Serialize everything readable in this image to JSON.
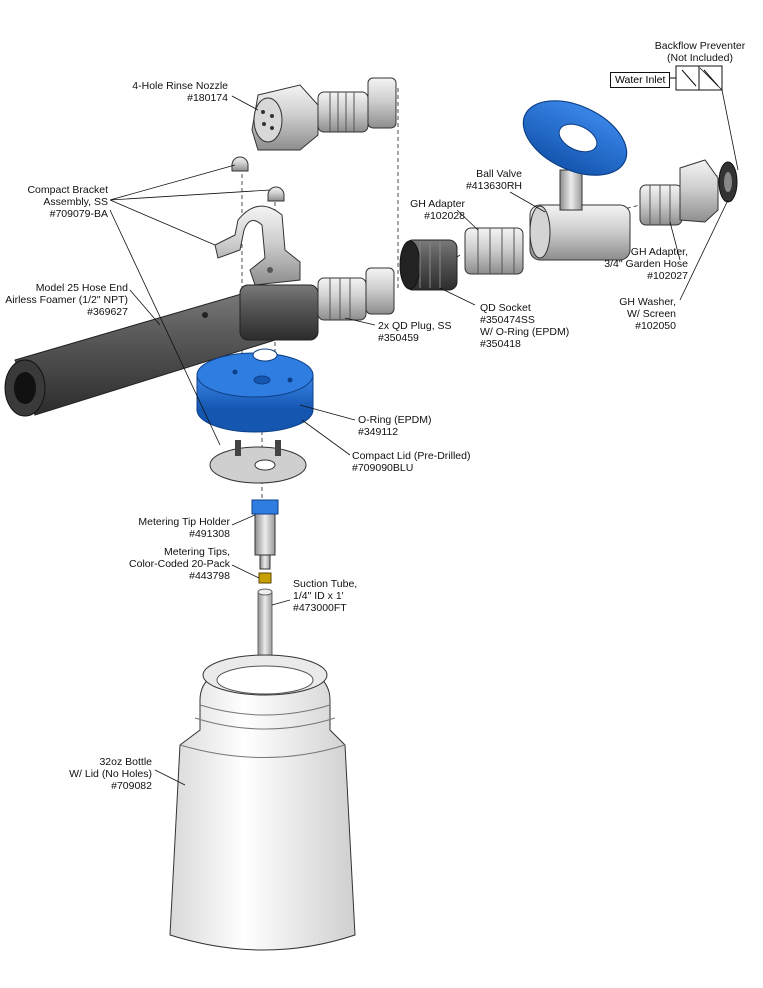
{
  "labels": {
    "rinse_nozzle": [
      "4-Hole Rinse Nozzle",
      "#180174"
    ],
    "compact_bracket": [
      "Compact Bracket",
      "Assembly, SS",
      "#709079-BA"
    ],
    "foamer": [
      "Model 25 Hose End",
      "Airless Foamer (1/2\" NPT)",
      "#369627"
    ],
    "backflow": [
      "Backflow Preventer",
      "(Not Included)"
    ],
    "water_inlet": "Water Inlet",
    "ball_valve": [
      "Ball Valve",
      "#413630RH"
    ],
    "gh_adapter_1": [
      "GH Adapter",
      "#102028"
    ],
    "gh_adapter_2": [
      "GH Adapter,",
      "3/4\" Garden Hose",
      "#102027"
    ],
    "gh_washer": [
      "GH Washer,",
      "W/ Screen",
      "#102050"
    ],
    "qd_socket": [
      "QD Socket",
      "#350474SS",
      "W/ O-Ring (EPDM)",
      "#350418"
    ],
    "qd_plug": [
      "2x QD Plug, SS",
      "#350459"
    ],
    "o_ring": [
      "O-Ring (EPDM)",
      "#349112"
    ],
    "compact_lid": [
      "Compact Lid (Pre-Drilled)",
      "#709090BLU"
    ],
    "tip_holder": [
      "Metering Tip Holder",
      "#491308"
    ],
    "metering_tips": [
      "Metering Tips,",
      "Color-Coded 20-Pack",
      "#443798"
    ],
    "suction_tube": [
      "Suction Tube,",
      "1/4\" ID x 1'",
      "#473000FT"
    ],
    "bottle": [
      "32oz Bottle",
      "W/ Lid (No Holes)",
      "#709082"
    ]
  },
  "colors": {
    "blue_part": "#1f6fd1",
    "metal": "#c9c9c9",
    "dark_tube": "#4a4a4a"
  }
}
